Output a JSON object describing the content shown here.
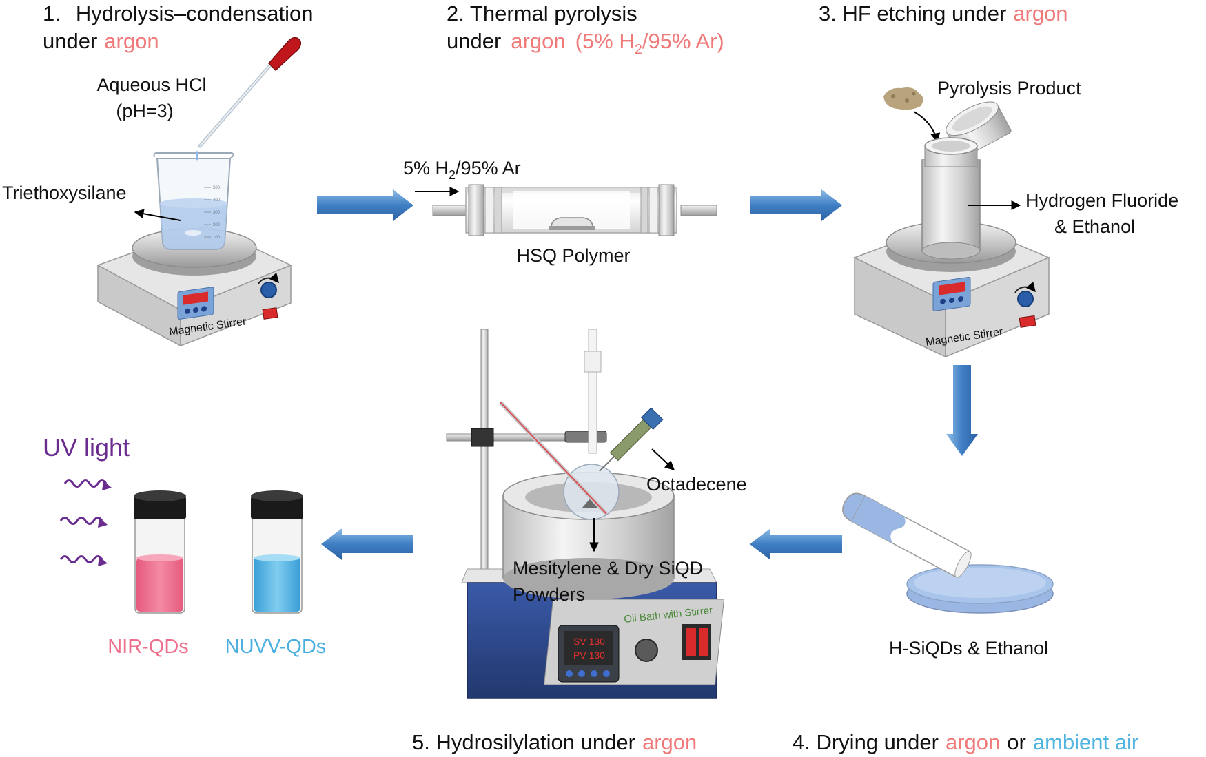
{
  "steps": {
    "step1": {
      "number": "1.",
      "title": "Hydrolysis–condensation",
      "under": "under",
      "gas": "argon"
    },
    "step2": {
      "title": "2. Thermal pyrolysis",
      "under": "under",
      "gas": "argon",
      "gas_mix_pre": "(5% H",
      "sub": "2",
      "gas_mix_post": "/95% Ar)"
    },
    "step3": {
      "title": "3. HF etching under",
      "gas": "argon"
    },
    "step4": {
      "title": "4. Drying under",
      "gas1": "argon",
      "or": "or",
      "gas2": "ambient air"
    },
    "step5": {
      "title": "5. Hydrosilylation under",
      "gas": "argon"
    }
  },
  "labels": {
    "hcl_line1": "Aqueous HCl",
    "hcl_line2": "(pH=3)",
    "triethoxysilane": "Triethoxysilane",
    "magnetic_stirrer": "Magnetic Stirrer",
    "gas_inlet_pre": "5% H",
    "gas_inlet_sub": "2",
    "gas_inlet_post": "/95% Ar",
    "hsq_polymer": "HSQ Polymer",
    "pyrolysis_product": "Pyrolysis Product",
    "hf_line1": "Hydrogen Fluoride",
    "hf_line2": "& Ethanol",
    "h_siqds": "H-SiQDs & Ethanol",
    "octadecene": "Octadecene",
    "mesitylene_line1": "Mesitylene & Dry SiQD",
    "mesitylene_line2": "Powders",
    "oil_bath": "Oil Bath with Stirrer",
    "sv": "SV 130",
    "pv": "PV 130",
    "uv_light": "UV light",
    "nir_qds": "NIR-QDs",
    "nuvv_qds": "NUVV-QDs",
    "beaker_marks": [
      "500",
      "400",
      "300",
      "200",
      "100"
    ]
  },
  "colors": {
    "argon": "#f07a7a",
    "ambient": "#4fb4e0",
    "uv": "#6a2c8e",
    "nir": "#ee6f8d",
    "nuvv": "#4aaee0",
    "arrow": "#3f7fc4"
  }
}
